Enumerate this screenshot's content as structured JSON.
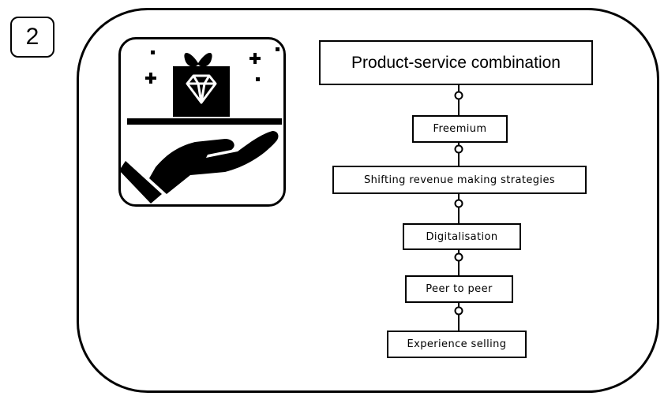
{
  "badge": {
    "number": "2"
  },
  "flow": {
    "title": "Product-service combination",
    "steps": [
      "Freemium",
      "Shifting revenue making strategies",
      "Digitalisation",
      "Peer to peer",
      "Experience selling"
    ]
  },
  "icon": {
    "name": "hand-offering-diamond-gift-icon"
  },
  "colors": {
    "line": "#000000",
    "background": "#ffffff"
  }
}
